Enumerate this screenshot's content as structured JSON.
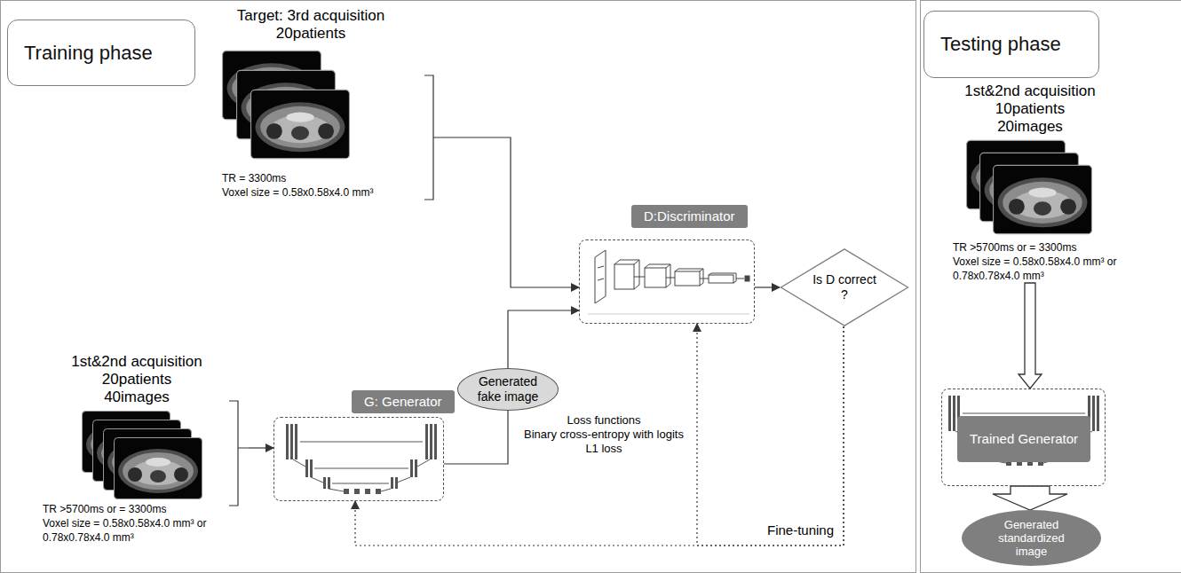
{
  "diagram": {
    "nodes": [
      {
        "text": [
          "Training phase"
        ]
      },
      {
        "text": [
          "Target: 3rd acquisition",
          "20patients",
          "TR = 3300ms",
          "Voxel size = 0.58x0.58x4.0 mm³"
        ]
      },
      {
        "text": [
          "D:Discriminator"
        ]
      },
      {
        "text": [
          "Is D correct ?"
        ]
      },
      {
        "text": [
          "Generated fake image"
        ]
      },
      {
        "text": [
          "1st&2nd acquisition",
          "20patients",
          "40images",
          "TR >5700ms or = 3300ms",
          "Voxel size = 0.58x0.58x4.0 mm³ or 0.78x0.78x4.0 mm³"
        ]
      },
      {
        "text": [
          "G: Generator"
        ]
      },
      {
        "text": [
          "Testing phase"
        ]
      },
      {
        "text": [
          "1st&2nd acquisition",
          "10patients",
          "20images",
          "TR >5700ms or = 3300ms",
          "Voxel size = 0.58x0.58x4.0 mm³ or 0.78x0.78x4.0 mm³"
        ]
      },
      {
        "text": [
          "Trained Generator"
        ]
      },
      {
        "text": [
          "Generated standardized image"
        ]
      }
    ],
    "edges": [
      {
        "from": 1,
        "to": 2,
        "arrow": "to"
      },
      {
        "from": 2,
        "to": 3,
        "arrow": "to"
      },
      {
        "from": 6,
        "to": 4,
        "arrow": "none"
      },
      {
        "from": 4,
        "to": 2,
        "arrow": "to"
      },
      {
        "from": 5,
        "to": 6,
        "arrow": "to"
      },
      {
        "from": 3,
        "to": 6,
        "arrow": "to",
        "label": "Fine-tuning"
      },
      {
        "from": 3,
        "to": 2,
        "arrow": "to"
      },
      {
        "from": 8,
        "to": 9,
        "arrow": "to"
      },
      {
        "from": 9,
        "to": 10,
        "arrow": "to"
      }
    ],
    "labels": [
      "Loss functions",
      "Binary cross-entropy with logits",
      "L1 loss"
    ]
  }
}
